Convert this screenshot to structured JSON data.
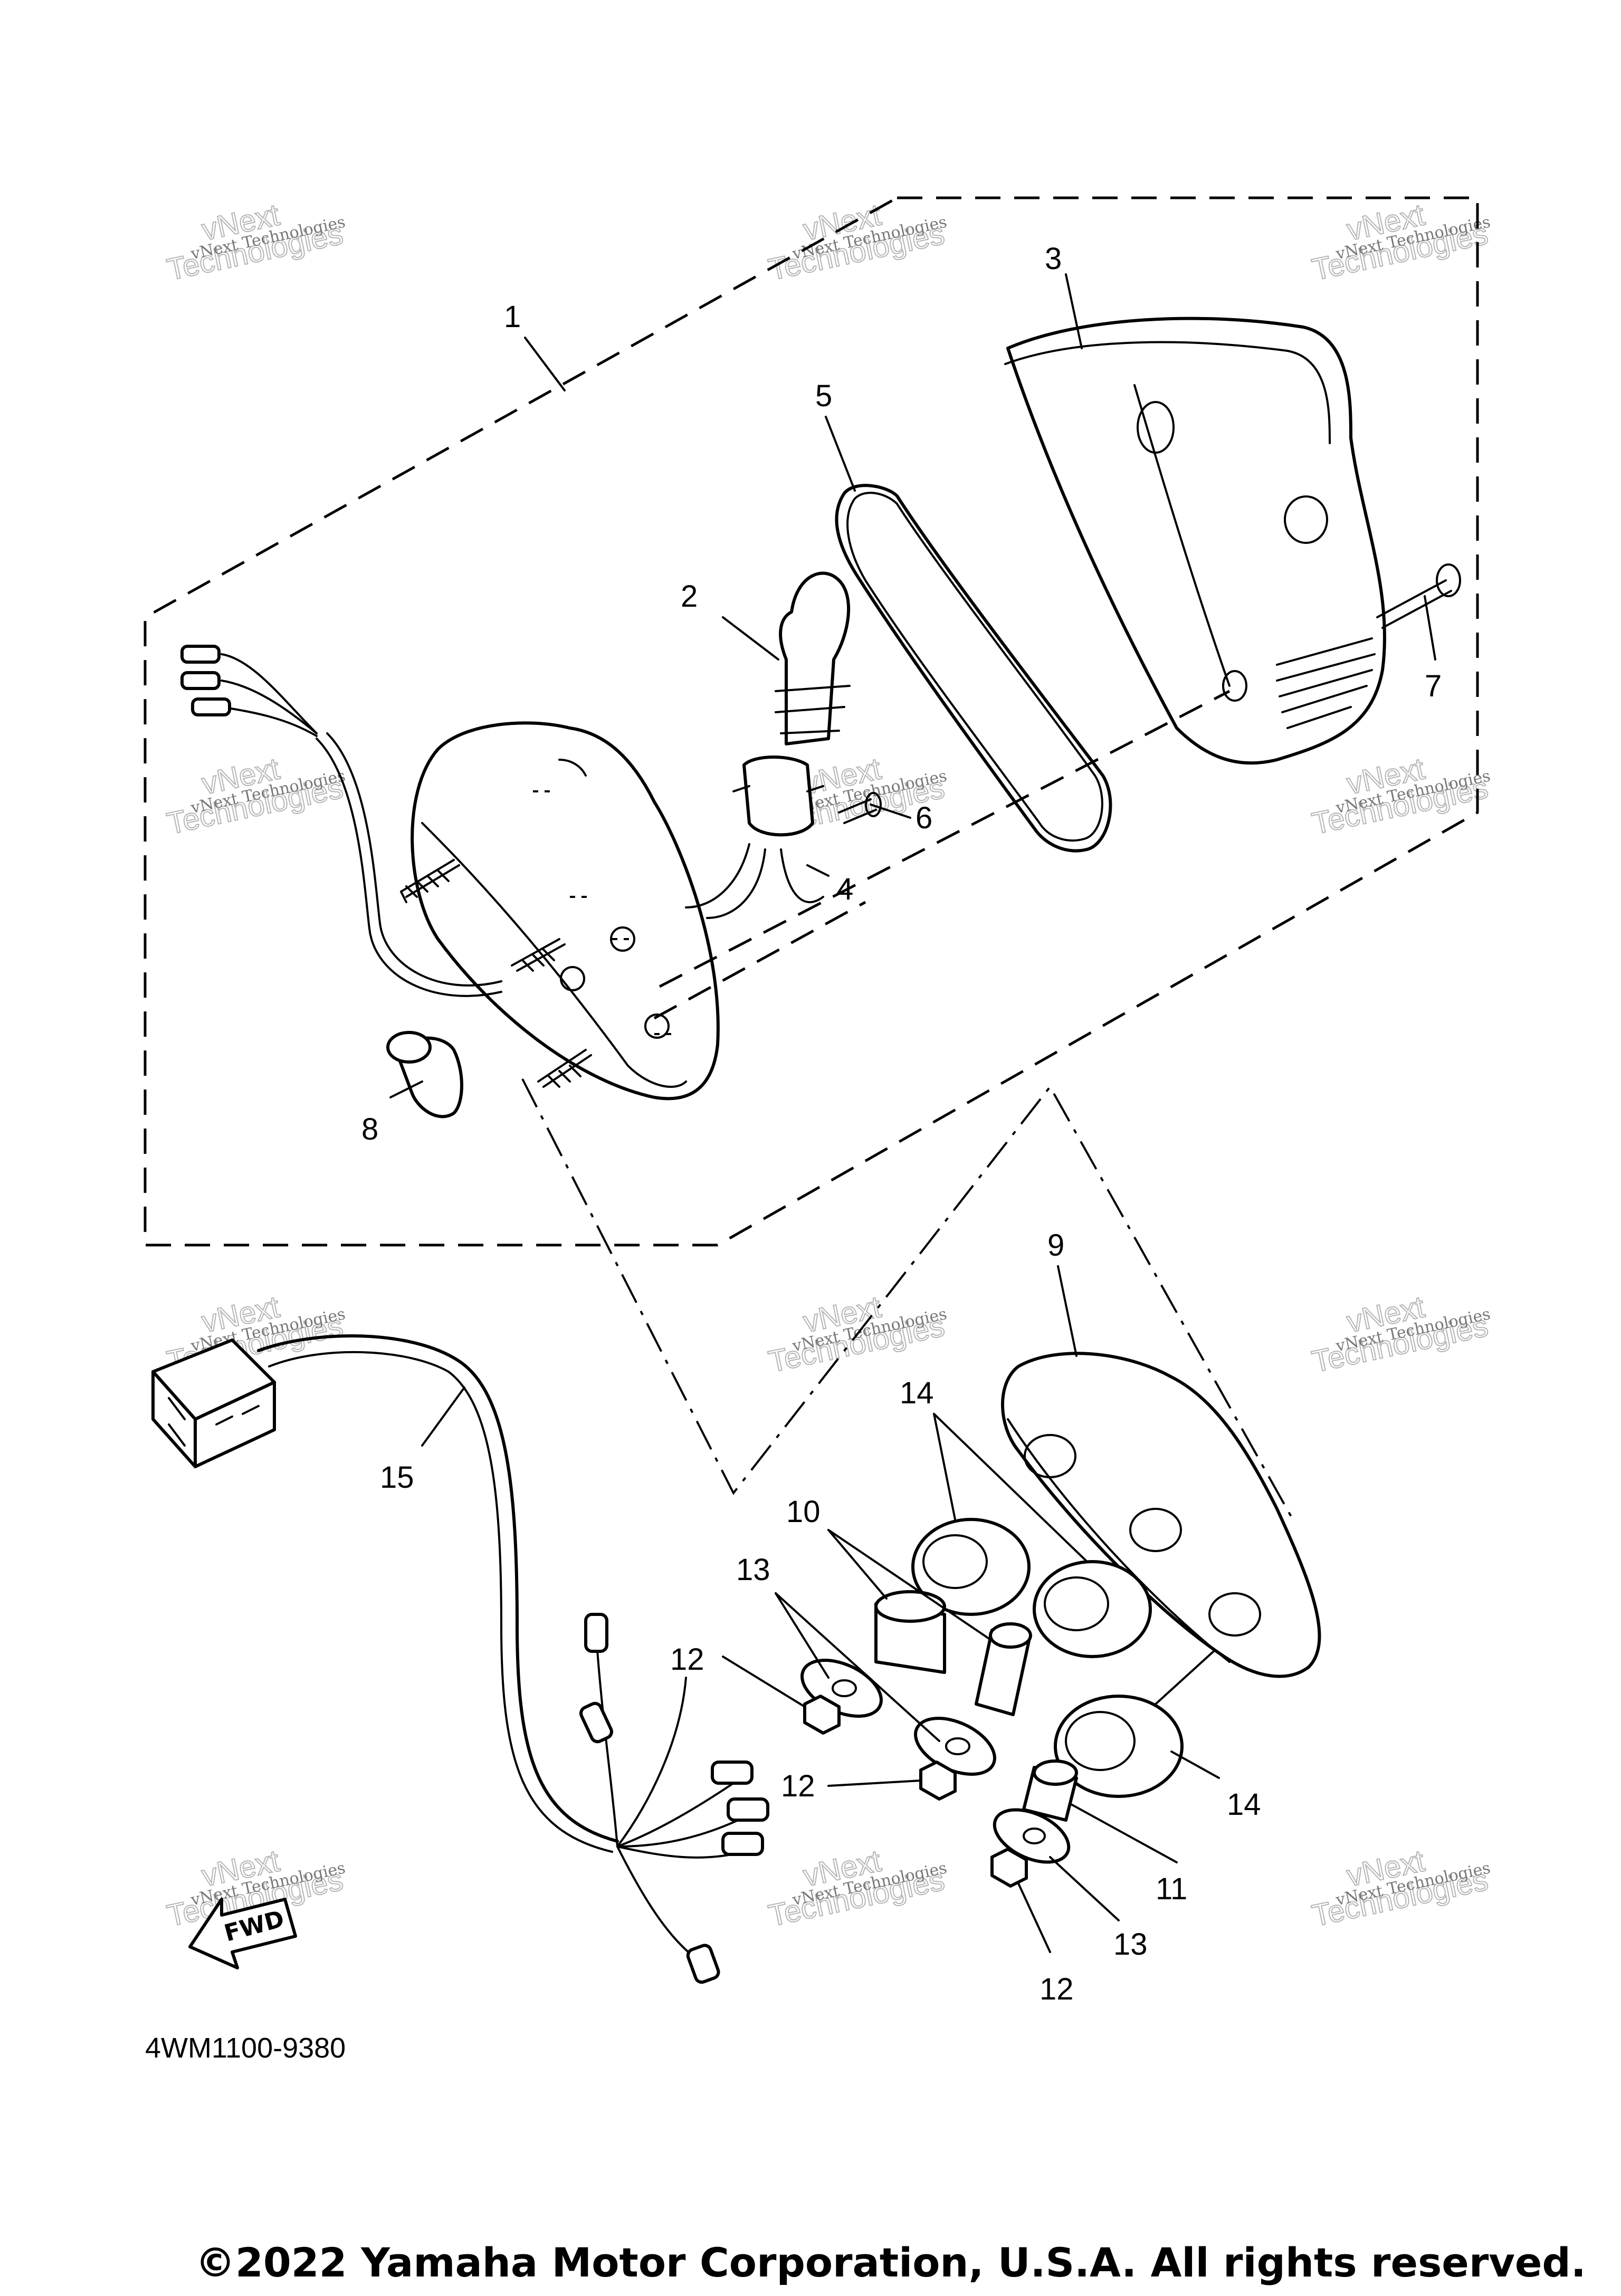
{
  "callouts": [
    {
      "id": "1",
      "label": "1"
    },
    {
      "id": "2",
      "label": "2"
    },
    {
      "id": "3",
      "label": "3"
    },
    {
      "id": "4",
      "label": "4"
    },
    {
      "id": "5",
      "label": "5"
    },
    {
      "id": "6",
      "label": "6"
    },
    {
      "id": "7",
      "label": "7"
    },
    {
      "id": "8",
      "label": "8"
    },
    {
      "id": "9",
      "label": "9"
    },
    {
      "id": "10",
      "label": "10"
    },
    {
      "id": "11",
      "label": "11"
    },
    {
      "id": "12a",
      "label": "12"
    },
    {
      "id": "12b",
      "label": "12"
    },
    {
      "id": "12c",
      "label": "12"
    },
    {
      "id": "13a",
      "label": "13"
    },
    {
      "id": "13b",
      "label": "13"
    },
    {
      "id": "14a",
      "label": "14"
    },
    {
      "id": "14b",
      "label": "14"
    },
    {
      "id": "15",
      "label": "15"
    }
  ],
  "watermark": {
    "line1": "vNext Technologies",
    "line2": "vNext",
    "line3": "Technologies"
  },
  "fwd_label": "FWD",
  "diagram_code": "4WM1100-9380",
  "copyright": "©2022 Yamaha Motor Corporation, U.S.A. All rights reserved."
}
